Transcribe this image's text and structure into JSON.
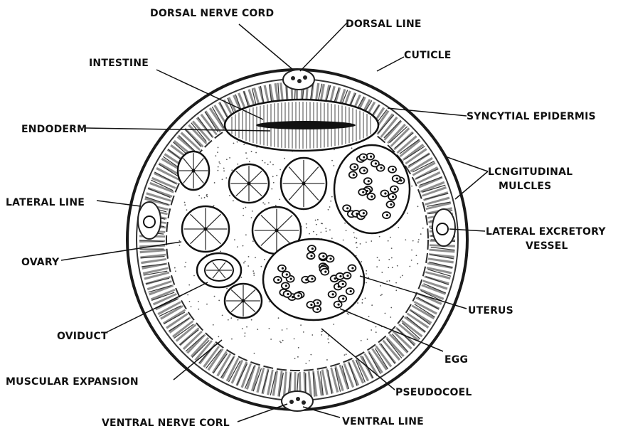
{
  "diagram": {
    "labels": {
      "dorsal_nerve_cord": "DORSAL NERVE CORD",
      "dorsal_line": "DORSAL LINE",
      "cuticle": "CUTICLE",
      "intestine": "INTESTINE",
      "endoderm": "ENDODERM",
      "syncytial_epidermis": "SYNCYTIAL EPIDERMIS",
      "longitudinal_1": "LCNGITUDINAL",
      "longitudinal_2": "MULCLES",
      "lateral_line": "LATERAL LINE",
      "lateral_excretory_1": "LATERAL EXCRETORY",
      "lateral_excretory_2": "VESSEL",
      "ovary": "OVARY",
      "uterus": "UTERUS",
      "oviduct": "OVIDUCT",
      "egg": "EGG",
      "muscular_expansion": "MUSCULAR EXPANSION",
      "pseudocoel": "PSEUDOCOEL",
      "ventral_nerve_cord": "VENTRAL NERVE CORL",
      "ventral_line": "VENTRAL LINE"
    },
    "colors": {
      "ink": "#111111",
      "background": "#ffffff"
    }
  }
}
